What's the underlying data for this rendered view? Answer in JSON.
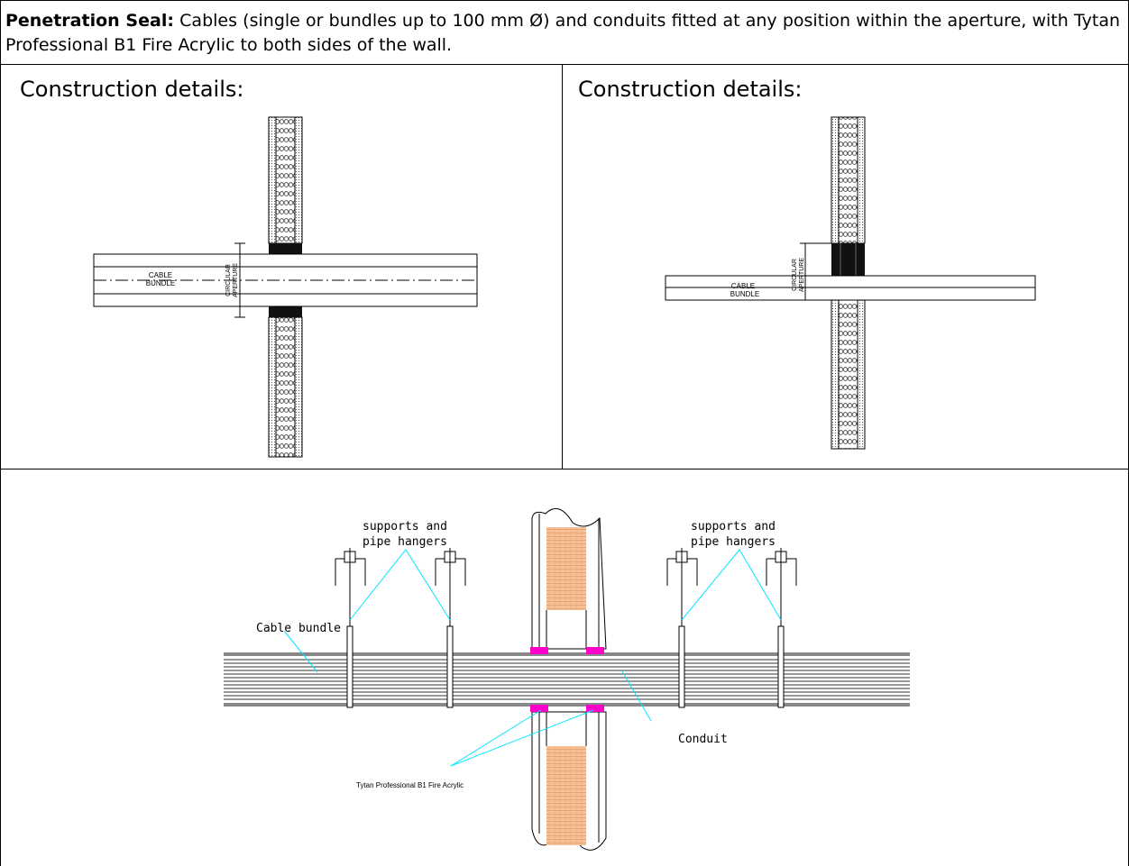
{
  "header": {
    "title": "Penetration Seal:",
    "description": "Cables (single or bundles up to 100 mm Ø) and conduits fitted at any position within the aperture, with Tytan Professional B1 Fire Acrylic to both sides of the wall."
  },
  "left_panel": {
    "label": "Construction details:",
    "drawing": {
      "cable_label_1": "CABLE",
      "cable_label_2": "BUNDLE",
      "aperture_label_1": "CIRCULAR",
      "aperture_label_2": "APERTURE"
    }
  },
  "right_panel": {
    "label": "Construction details:",
    "drawing": {
      "cable_label_1": "CABLE",
      "cable_label_2": "BUNDLE",
      "aperture_label_1": "CIRCULAR",
      "aperture_label_2": "APERTURE"
    }
  },
  "bottom_panel": {
    "supports_left_1": "supports and",
    "supports_left_2": "pipe hangers",
    "supports_right_1": "supports and",
    "supports_right_2": "pipe hangers",
    "cable_bundle": "Cable bundle",
    "conduit": "Conduit",
    "acrylic": "Tytan Professional B1 Fire Acrylic"
  },
  "colors": {
    "border": "#000000",
    "leader": "#00e5ff",
    "sealant": "#ff00cc",
    "insulation": "#f5b880"
  }
}
